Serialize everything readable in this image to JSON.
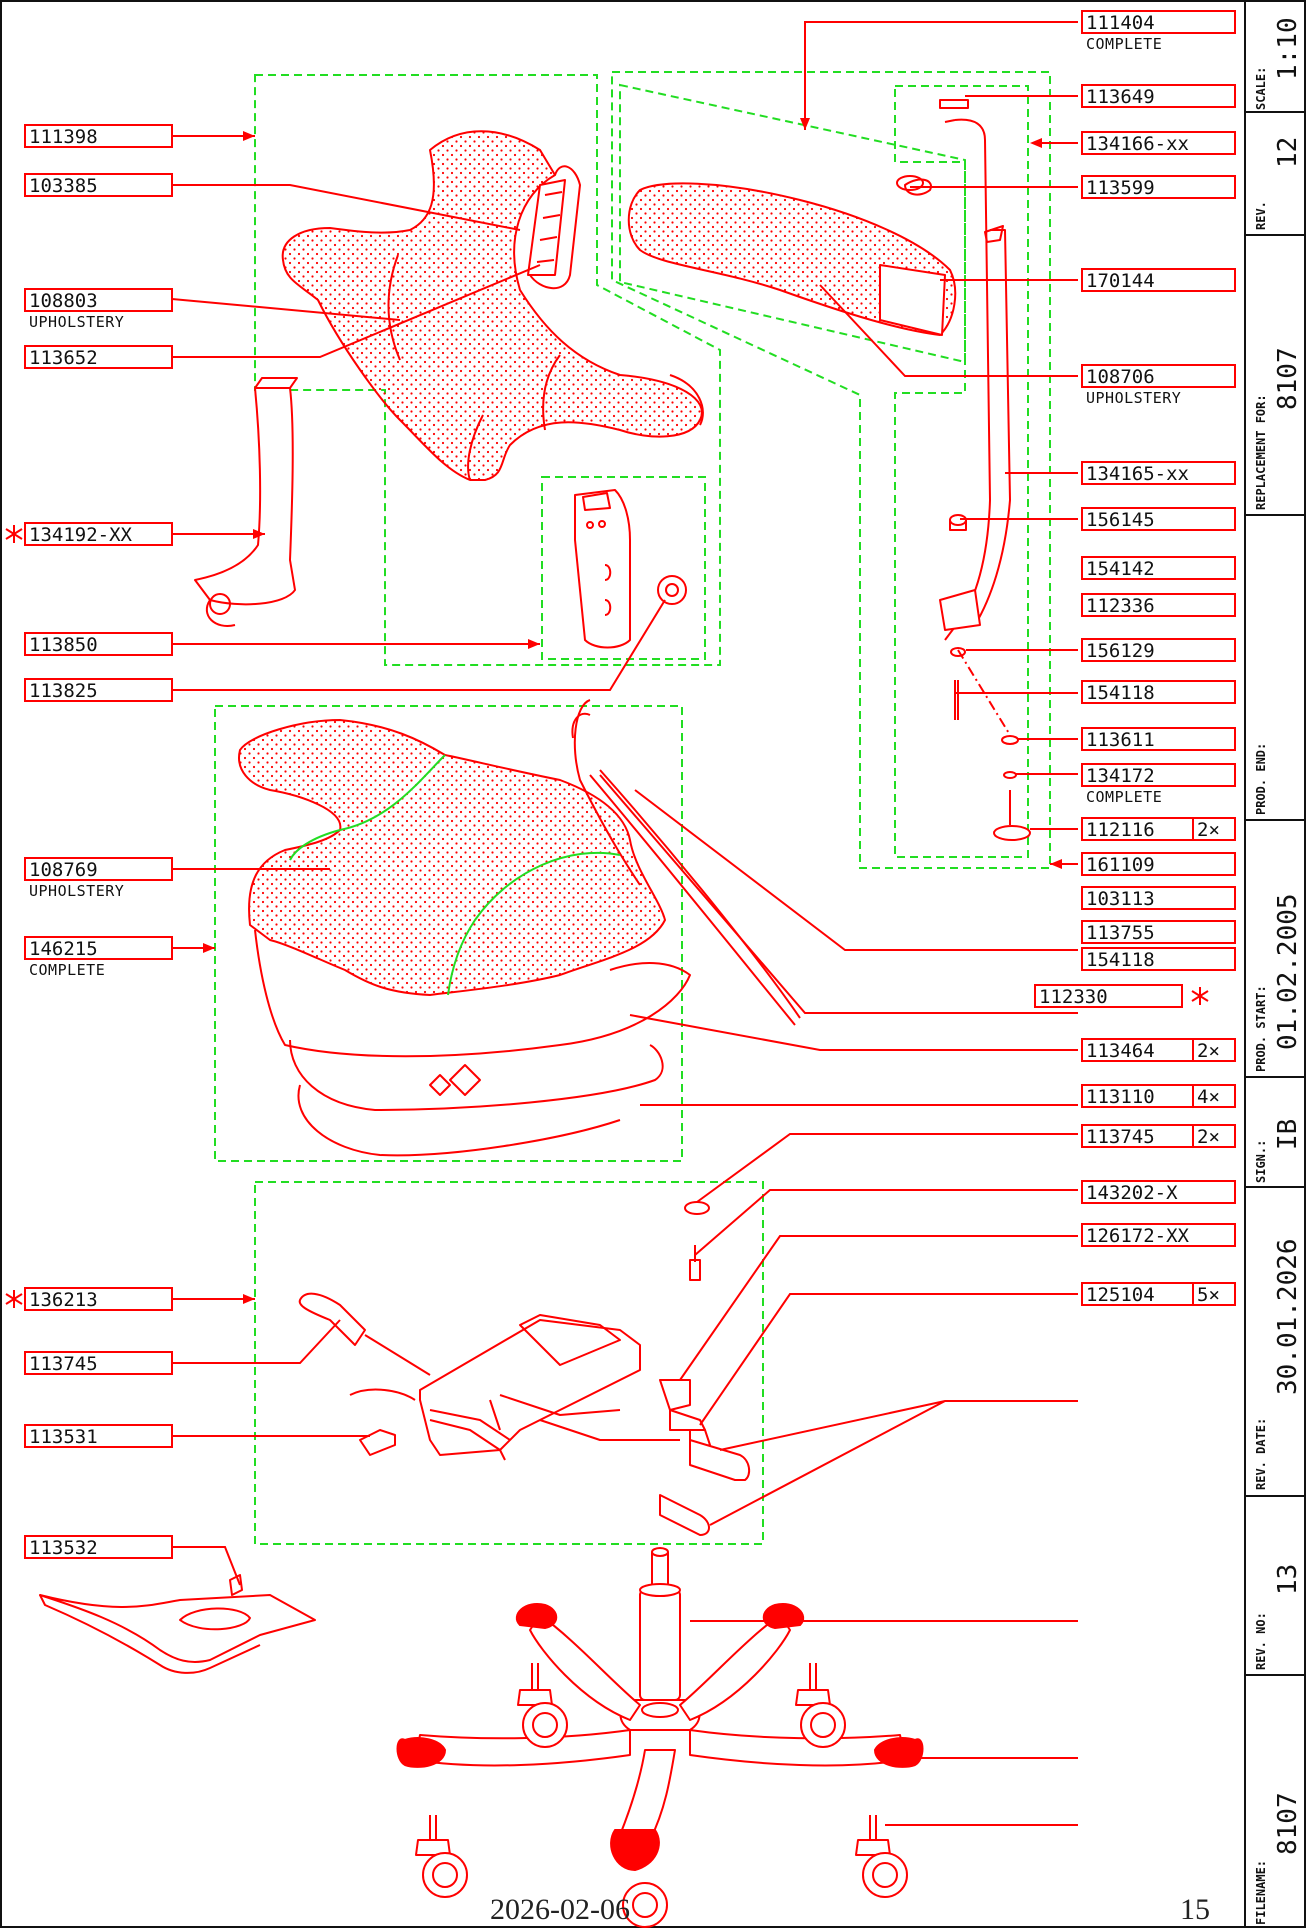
{
  "callouts_left": [
    {
      "part": "111398",
      "sub": "",
      "mark": false
    },
    {
      "part": "103385",
      "sub": "",
      "mark": false
    },
    {
      "part": "108803",
      "sub": "UPHOLSTERY",
      "mark": false
    },
    {
      "part": "113652",
      "sub": "",
      "mark": false
    },
    {
      "part": "134192-XX",
      "sub": "",
      "mark": true
    },
    {
      "part": "113850",
      "sub": "",
      "mark": false
    },
    {
      "part": "113825",
      "sub": "",
      "mark": false
    },
    {
      "part": "108769",
      "sub": "UPHOLSTERY",
      "mark": false
    },
    {
      "part": "146215",
      "sub": "COMPLETE",
      "mark": false
    },
    {
      "part": "136213",
      "sub": "",
      "mark": true
    },
    {
      "part": "113745",
      "sub": "",
      "mark": false
    },
    {
      "part": "113531",
      "sub": "",
      "mark": false
    },
    {
      "part": "113532",
      "sub": "",
      "mark": false
    }
  ],
  "callouts_right": [
    {
      "part": "111404",
      "sub": "COMPLETE",
      "qty": ""
    },
    {
      "part": "113649",
      "sub": "",
      "qty": ""
    },
    {
      "part": "134166-xx",
      "sub": "",
      "qty": ""
    },
    {
      "part": "113599",
      "sub": "",
      "qty": ""
    },
    {
      "part": "170144",
      "sub": "",
      "qty": ""
    },
    {
      "part": "108706",
      "sub": "UPHOLSTERY",
      "qty": ""
    },
    {
      "part": "134165-xx",
      "sub": "",
      "qty": ""
    },
    {
      "part": "156145",
      "sub": "",
      "qty": ""
    },
    {
      "part": "154142",
      "sub": "",
      "qty": ""
    },
    {
      "part": "112336",
      "sub": "",
      "qty": ""
    },
    {
      "part": "156129",
      "sub": "",
      "qty": ""
    },
    {
      "part": "154118",
      "sub": "",
      "qty": ""
    },
    {
      "part": "113611",
      "sub": "",
      "qty": ""
    },
    {
      "part": "134172",
      "sub": "COMPLETE",
      "qty": ""
    },
    {
      "part": "112116",
      "sub": "",
      "qty": "2×"
    },
    {
      "part": "161109",
      "sub": "",
      "qty": ""
    },
    {
      "part": "103113",
      "sub": "",
      "qty": ""
    },
    {
      "part": "113755",
      "sub": "",
      "qty": ""
    },
    {
      "part": "154118",
      "sub": "",
      "qty": ""
    },
    {
      "part": "112330",
      "sub": "",
      "qty": "",
      "mark": true
    },
    {
      "part": "113464",
      "sub": "",
      "qty": "2×"
    },
    {
      "part": "113110",
      "sub": "",
      "qty": "4×"
    },
    {
      "part": "113745",
      "sub": "",
      "qty": "2×"
    },
    {
      "part": "143202-X",
      "sub": "",
      "qty": ""
    },
    {
      "part": "126172-XX",
      "sub": "",
      "qty": ""
    },
    {
      "part": "125104",
      "sub": "",
      "qty": "5×"
    }
  ],
  "title_block": {
    "scale_label": "SCALE:",
    "scale": "1:10",
    "rev_label": "REV.",
    "rev": "12",
    "replacement_label": "REPLACEMENT FOR:",
    "replacement": "8107",
    "prod_end_label": "PROD. END:",
    "prod_end": "",
    "prod_start_label": "PROD. START:",
    "prod_start": "01.02.2005",
    "sign_label": "SIGN.:",
    "sign": "IB",
    "rev_date_label": "REV. DATE:",
    "rev_date": "30.01.2026",
    "rev_no_label": "REV. NO:",
    "rev_no": "13",
    "filename_label": "FILENAME:",
    "filename": "8107"
  },
  "footer": {
    "date": "2026-02-06",
    "page": "15"
  },
  "colors": {
    "line": "#ff0000",
    "group_box": "#22dd22",
    "text": "#111111"
  }
}
